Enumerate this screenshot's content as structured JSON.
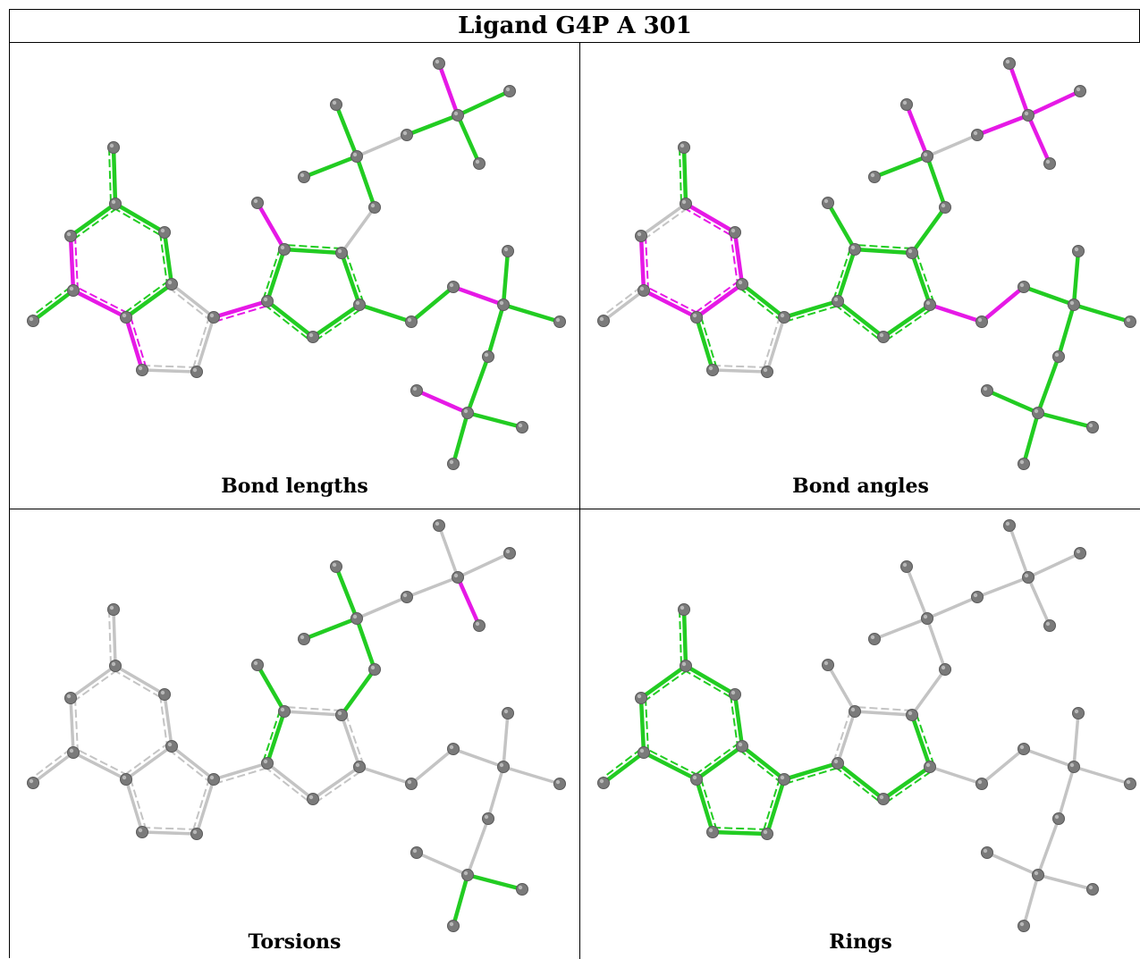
{
  "title": "Ligand G4P A 301",
  "colors": {
    "green": "#22cc22",
    "magenta": "#e619e6",
    "gray": "#c4c4c4",
    "atom": "#7a7a7a"
  },
  "panels": [
    {
      "caption": "Bond lengths",
      "bonds": [
        "g",
        "g",
        "g",
        "g",
        "m",
        "m",
        "g",
        "g",
        "x",
        "x",
        "x",
        "m",
        "m",
        "g",
        "g",
        "g",
        "g",
        "g",
        "m",
        "x",
        "g",
        "g",
        "x",
        "g",
        "m",
        "g",
        "g",
        "g",
        "g",
        "g",
        "m",
        "g",
        "g",
        "g",
        "g",
        "m",
        "g",
        "g",
        "m",
        "m",
        "m",
        "m"
      ]
    },
    {
      "caption": "Bond angles",
      "bonds": [
        "g",
        "m",
        "m",
        "m",
        "m",
        "m",
        "x",
        "x",
        "g",
        "x",
        "x",
        "g",
        "g",
        "g",
        "g",
        "g",
        "g",
        "g",
        "g",
        "g",
        "g",
        "g",
        "x",
        "m",
        "m",
        "m",
        "m",
        "m",
        "m",
        "m",
        "g",
        "g",
        "g",
        "g",
        "g",
        "g",
        "g",
        "g",
        "m",
        "g",
        "m",
        "g"
      ]
    },
    {
      "caption": "Torsions",
      "bonds": [
        "x",
        "x",
        "x",
        "x",
        "x",
        "x",
        "x",
        "x",
        "x",
        "x",
        "x",
        "x",
        "x",
        "x",
        "x",
        "x",
        "x",
        "g",
        "g",
        "g",
        "g",
        "g",
        "x",
        "x",
        "x",
        "x",
        "m",
        "g",
        "x",
        "x",
        "x",
        "x",
        "x",
        "x",
        "x",
        "x",
        "g",
        "g",
        "x",
        "x",
        "x",
        "x"
      ]
    },
    {
      "caption": "Rings",
      "bonds": [
        "g",
        "g",
        "g",
        "g",
        "g",
        "g",
        "g",
        "g",
        "g",
        "g",
        "g",
        "g",
        "g",
        "g",
        "g",
        "g",
        "x",
        "x",
        "x",
        "x",
        "x",
        "x",
        "x",
        "x",
        "x",
        "x",
        "x",
        "x",
        "x",
        "x",
        "x",
        "x",
        "x",
        "x",
        "x",
        "x",
        "x",
        "x",
        "x",
        "x",
        "x",
        "x"
      ]
    }
  ]
}
